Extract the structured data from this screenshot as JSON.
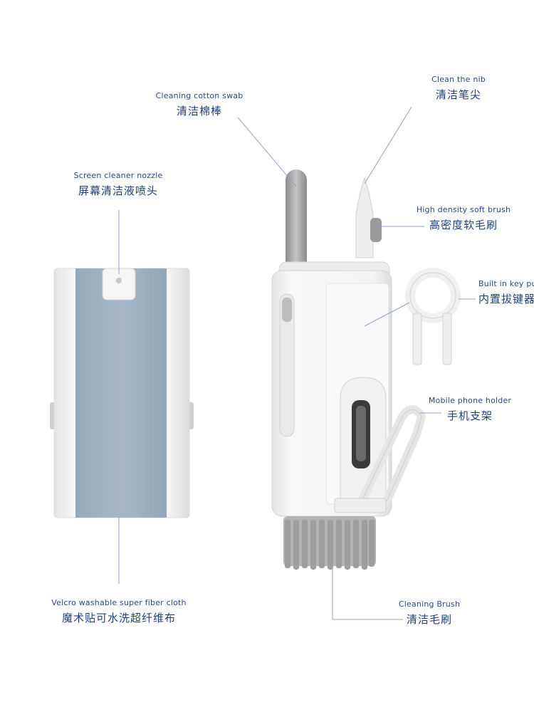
{
  "labels": {
    "swab": {
      "en": "Cleaning cotton swab",
      "zh": "清洁棉棒"
    },
    "nib": {
      "en": "Clean the nib",
      "zh": "清洁笔尖"
    },
    "nozzle": {
      "en": "Screen cleaner nozzle",
      "zh": "屏幕清洁液喷头"
    },
    "soft_brush": {
      "en": "High density soft brush",
      "zh": "高密度软毛刷"
    },
    "key_puller": {
      "en": "Built in key pu",
      "zh": "内置拔键器"
    },
    "phone_holder": {
      "en": "Mobile phone holder",
      "zh": "手机支架"
    },
    "cloth": {
      "en": "Velcro washable super fiber cloth",
      "zh": "魔术贴可水洗超纤维布"
    },
    "brush": {
      "en": "Cleaning Brush",
      "zh": "清洁毛刷"
    }
  },
  "colors": {
    "label_text": "#1f3f78",
    "leader_line": "#8fa3c7",
    "cloth": "#9fb0c0",
    "body": "#f2f2f2"
  }
}
